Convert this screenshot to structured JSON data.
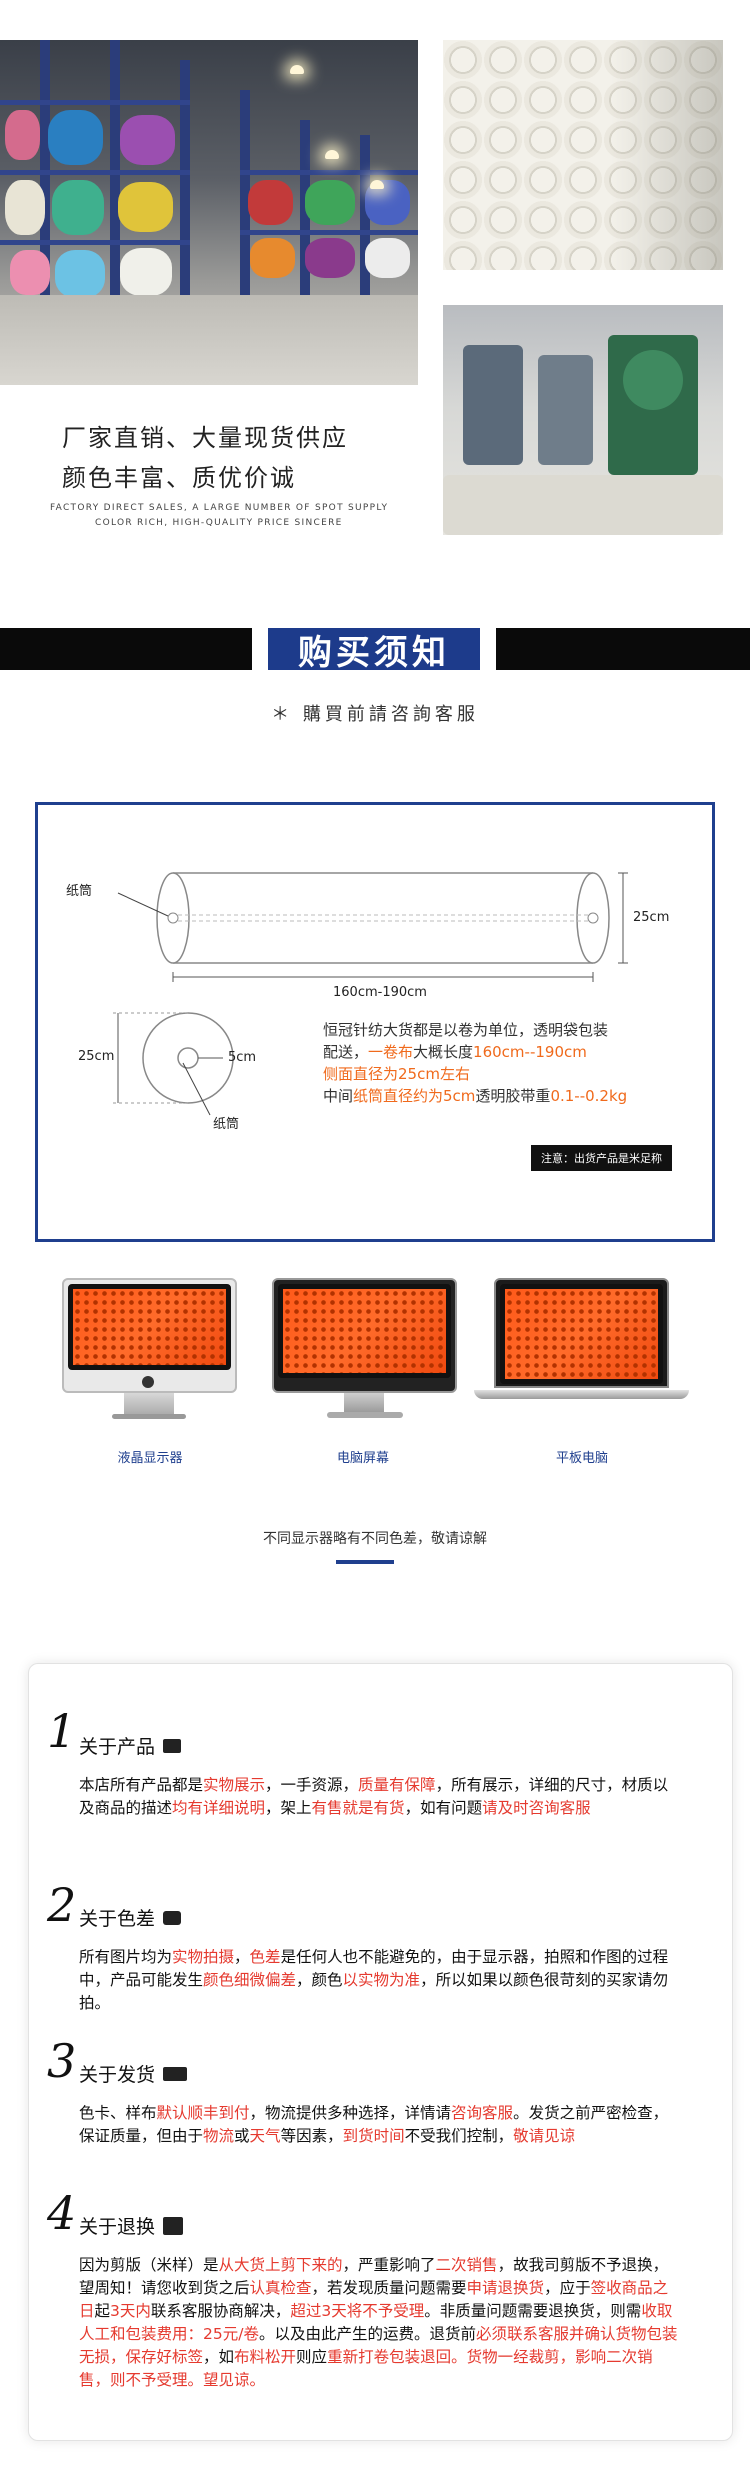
{
  "slogan": {
    "line1": "厂家直销、大量现货供应",
    "line2": "颜色丰富、质优价诚",
    "en_line1": "FACTORY DIRECT SALES, A LARGE NUMBER OF SPOT SUPPLY",
    "en_line2": "COLOR RICH, HIGH-QUALITY PRICE SINCERE"
  },
  "notice": {
    "title": "购买须知",
    "subtitle": "＊ 購買前請咨詢客服"
  },
  "diagram": {
    "label_tube_top": "纸筒",
    "label_tube_bottom": "纸筒",
    "length": "160cm-190cm",
    "diameter_side": "25cm",
    "diameter_front": "25cm",
    "core": "5cm",
    "desc_line1": "恒冠针纺大货都是以卷为单位，透明袋包装",
    "desc_line2_a": "配送，",
    "desc_line2_b": "一卷布",
    "desc_line2_c": "大概长度",
    "desc_line2_d": "160cm--190cm",
    "desc_line3": "侧面直径为25cm左右",
    "desc_line4_a": "中间",
    "desc_line4_b": "纸筒直径约为5cm",
    "desc_line4_c": "透明胶带重",
    "desc_line4_d": "0.1--0.2kg",
    "note": "注意：出货产品是米足称"
  },
  "devices": {
    "items": [
      {
        "label": "液晶显示器"
      },
      {
        "label": "电脑屏幕"
      },
      {
        "label": "平板电脑"
      }
    ],
    "color_note": "不同显示器略有不同色差，敬请谅解"
  },
  "sections": [
    {
      "num": "1",
      "title": "关于产品",
      "icon": "camera-bag-icon"
    },
    {
      "num": "2",
      "title": "关于色差",
      "icon": "camera-icon"
    },
    {
      "num": "3",
      "title": "关于发货",
      "icon": "truck-icon"
    },
    {
      "num": "4",
      "title": "关于退换",
      "icon": "store-icon"
    }
  ],
  "s1": {
    "a": "本店所有产品都是",
    "b": "实物展示",
    "c": "，一手资源，",
    "d": "质量有保障",
    "e": "，所有展示，详细的尺寸，材质以及商品的描述",
    "f": "均有详细说明",
    "g": "，架上",
    "h": "有售就是有货",
    "i": "，如有问题",
    "j": "请及时咨询客服"
  },
  "s2": {
    "a": "所有图片均为",
    "b": "实物拍摄",
    "c": "，",
    "d": "色差",
    "e": "是任何人也不能避免的，由于显示器，拍照和作图的过程中，产品可能发生",
    "f": "颜色细微偏差",
    "g": "，颜色",
    "h": "以实物为准",
    "i": "，所以如果以颜色很苛刻的买家请勿拍。"
  },
  "s3": {
    "a": "色卡、样布",
    "b": "默认顺丰到付",
    "c": "，物流提供多种选择，详情请",
    "d": "咨询客服",
    "e": "。发货之前严密检查，保证质量，但由于",
    "f": "物流",
    "g": "或",
    "h": "天气",
    "i": "等因素，",
    "j": "到货时间",
    "k": "不受我们控制，",
    "l": "敬请见谅"
  },
  "s4": {
    "a": "因为剪版（米样）是",
    "b": "从大货上剪下来的",
    "c": "，严重影响了",
    "d": "二次销售",
    "e": "，故我司剪版不予退换，望周知！请您收到货之后",
    "f": "认真检查",
    "g": "，若发现质量问题需要",
    "h": "申请退换货",
    "i": "，应于",
    "j": "签收商品之日",
    "k": "起",
    "l": "3天内",
    "m": "联系客服协商解决，",
    "n": "超过3天将不予受理",
    "o": "。非质量问题需要退换货，则需",
    "p": "收取人工和包装费用：25元/卷",
    "q": "。以及由此产生的运费。退货前",
    "r": "必须联系客服并确认货物包装无损，保存好标签",
    "s": "，如",
    "t": "布料松开",
    "u": "则应",
    "v": "重新打卷包装退回。货物一经裁剪，影响二次销售，则不予受理。望见谅。"
  },
  "colors": {
    "brand_blue": "#1f3f8e",
    "accent_orange": "#f06a1c",
    "accent_red": "#e53a2f"
  }
}
